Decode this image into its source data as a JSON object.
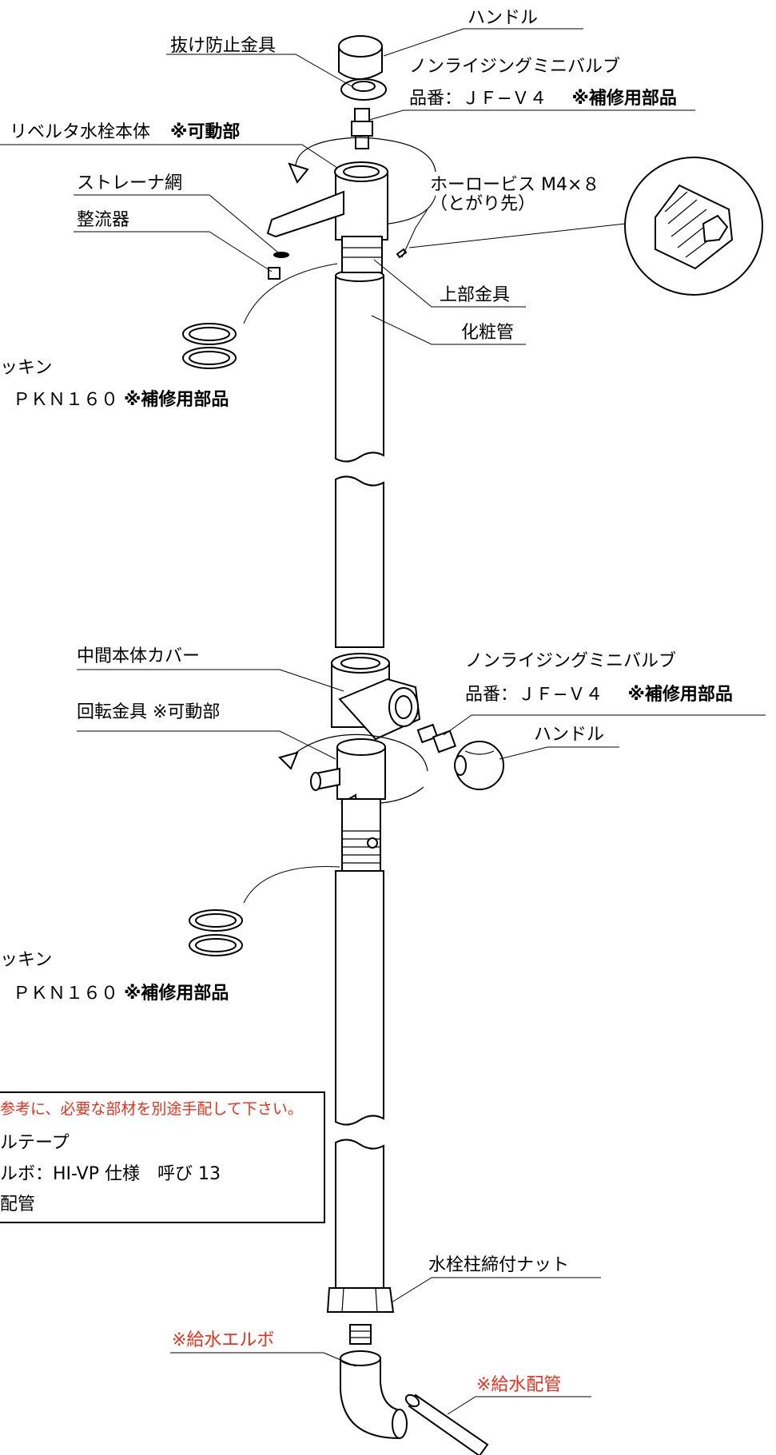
{
  "labels": {
    "handle_top": "ハンドル",
    "retainer": "抜け防止金具",
    "valve_top_name": "ノンライジングミニバルブ",
    "valve_top_part_prefix": "品番：ＪＦ−Ｖ４",
    "valve_top_part_note": "※補修用部品",
    "body_name": "リベルタ水栓本体",
    "body_note": "※可動部",
    "strainer": "ストレーナ網",
    "aerator": "整流器",
    "screw_line1": "ホーロービス M4×８",
    "screw_line2": "（とがり先）",
    "upper_fitting": "上部金具",
    "decorative_pipe": "化粧管",
    "packing_top_line1": "ッキン",
    "packing_top_line2_prefix": "ＰＫＮ１６０",
    "packing_top_line2_note": "※補修用部品",
    "middle_cover": "中間本体カバー",
    "valve_mid_name": "ノンライジングミニバルブ",
    "valve_mid_part_prefix": "品番：ＪＦ−Ｖ４",
    "valve_mid_part_note": "※補修用部品",
    "rotating_fitting": "回転金具 ※可動部",
    "handle_mid": "ハンドル",
    "packing_bot_line1": "ッキン",
    "packing_bot_line2_prefix": "ＰＫＮ１６０",
    "packing_bot_line2_note": "※補修用部品",
    "fastening_nut": "水栓柱締付ナット",
    "supply_elbow": "※給水エルボ",
    "supply_pipe": "※給水配管"
  },
  "note_box": {
    "line1": "参考に、必要な部材を別途手配して下さい。",
    "line2": "ルテープ",
    "line3": "ルボ：HI-VP 仕様　呼び 13",
    "line4": "配管"
  },
  "colors": {
    "text": "#000000",
    "accent_red": "#e8301c",
    "line": "#000000",
    "background": "#ffffff"
  }
}
